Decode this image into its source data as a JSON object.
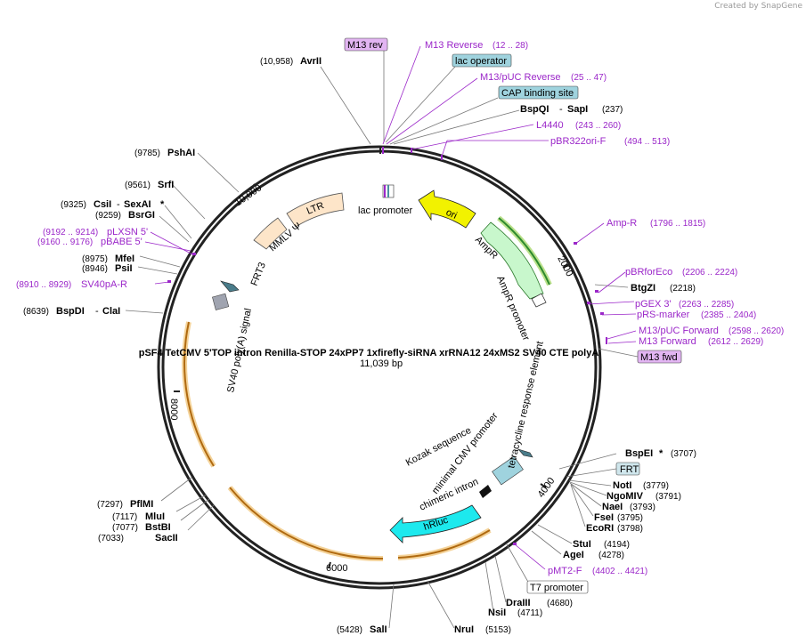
{
  "credit": "Created by SnapGene",
  "plasmid": {
    "name": "pSF4 TetCMV 5'TOP intron Renilla-STOP 24xPP7 1xfirefly-siRNA xrRNA12 24xMS2 SV40 CTE polyA",
    "size": "11,039 bp"
  },
  "ticks": [
    "10,000",
    "2000",
    "4000",
    "6000",
    "8000"
  ],
  "inner_labels": {
    "lac_promoter": "lac promoter",
    "ori": "ori",
    "ampr": "AmpR",
    "ampr_promoter": "AmpR promoter",
    "ltr": "LTR",
    "mmlv_psi": "MMLV Ψ",
    "frt3": "FRT3",
    "sv40_polya_signal": "SV40 poly(A) signal",
    "tet_response_element": "tetracycline response element",
    "minimal_cmv_promoter": "minimal CMV promoter",
    "chimeric_intron": "chimeric intron",
    "kozak_sequence": "Kozak sequence",
    "hrluc": "hRluc"
  },
  "boxed_features": {
    "m13_rev": "M13 rev",
    "lac_operator": "lac operator",
    "cap_binding_site": "CAP binding site",
    "m13_fwd": "M13 fwd",
    "frt": "FRT",
    "t7_promoter": "T7 promoter"
  },
  "features": {
    "m13_reverse": {
      "name": "M13 Reverse",
      "range": "(12 .. 28)"
    },
    "m13_puc_reverse": {
      "name": "M13/pUC Reverse",
      "range": "(25 .. 47)"
    },
    "l4440": {
      "name": "L4440",
      "range": "(243 .. 260)"
    },
    "pbr322ori_f": {
      "name": "pBR322ori-F",
      "range": "(494 .. 513)"
    },
    "amp_r": {
      "name": "Amp-R",
      "range": "(1796 .. 1815)"
    },
    "pbrforeco": {
      "name": "pBRforEco",
      "range": "(2206 .. 2224)"
    },
    "pgex3": {
      "name": "pGEX 3'",
      "range": "(2263 .. 2285)"
    },
    "prs_marker": {
      "name": "pRS-marker",
      "range": "(2385 .. 2404)"
    },
    "m13_puc_forward": {
      "name": "M13/pUC Forward",
      "range": "(2598 .. 2620)"
    },
    "m13_forward": {
      "name": "M13 Forward",
      "range": "(2612 .. 2629)"
    },
    "pmt2_f": {
      "name": "pMT2-F",
      "range": "(4402 .. 4421)"
    },
    "plxsn5": {
      "name": "pLXSN 5'",
      "range": "(9192 .. 9214)"
    },
    "pbabe5": {
      "name": "pBABE 5'",
      "range": "(9160 .. 9176)"
    },
    "sv40pa_r": {
      "name": "SV40pA-R",
      "range": "(8910 .. 8929)"
    }
  },
  "enzymes": {
    "avrii": {
      "name": "AvrII",
      "pos": "(10,958)"
    },
    "bspqi": {
      "name": "BspQI",
      "sep": "-",
      "name2": "SapI",
      "pos": "(237)"
    },
    "btgzi": {
      "name": "BtgZI",
      "pos": "(2218)"
    },
    "bspei": {
      "name": "BspEI",
      "star": "*",
      "pos": "(3707)"
    },
    "noti": {
      "name": "NotI",
      "pos": "(3779)"
    },
    "ngomiv": {
      "name": "NgoMIV",
      "pos": "(3791)"
    },
    "naei": {
      "name": "NaeI",
      "pos": "(3793)"
    },
    "fsei": {
      "name": "FseI",
      "pos": "(3795)"
    },
    "ecori": {
      "name": "EcoRI",
      "pos": "(3798)"
    },
    "stui": {
      "name": "StuI",
      "pos": "(4194)"
    },
    "agei": {
      "name": "AgeI",
      "pos": "(4278)"
    },
    "draiii": {
      "name": "DraIII",
      "pos": "(4680)"
    },
    "nsii": {
      "name": "NsiI",
      "pos": "(4711)"
    },
    "arui": {
      "name": "NruI",
      "pos": "(5153)"
    },
    "sali": {
      "name": "SalI",
      "pos": "(5428)"
    },
    "sacii": {
      "name": "SacII",
      "pos": "(7033)"
    },
    "bstbi": {
      "name": "BstBI",
      "pos": "(7077)"
    },
    "mlui": {
      "name": "MluI",
      "pos": "(7117)"
    },
    "pflmi": {
      "name": "PflMI",
      "pos": "(7297)"
    },
    "bspdi": {
      "name": "BspDI",
      "sep": "-",
      "name2": "ClaI",
      "pos": "(8639)"
    },
    "psii": {
      "name": "PsiI",
      "pos": "(8946)"
    },
    "mfei": {
      "name": "MfeI",
      "pos": "(8975)"
    },
    "bsrgi": {
      "name": "BsrGI",
      "pos": "(9259)"
    },
    "csii": {
      "name": "CsiI",
      "sep": "-",
      "name2": "SexAI",
      "star": "*",
      "pos": "(9325)"
    },
    "srfi": {
      "name": "SrfI",
      "pos": "(9561)"
    },
    "pshai": {
      "name": "PshAI",
      "pos": "(9785)"
    }
  },
  "colors": {
    "primer": "#9b27c9",
    "box_blue": "#9fd3de",
    "box_purple": "#e2b5f2",
    "ori": "#f2f200",
    "ampr": "#c8f7cc",
    "ltr": "#fde5c9",
    "hrluc": "#1de9ee",
    "orange_arc": "#e8a33a"
  }
}
